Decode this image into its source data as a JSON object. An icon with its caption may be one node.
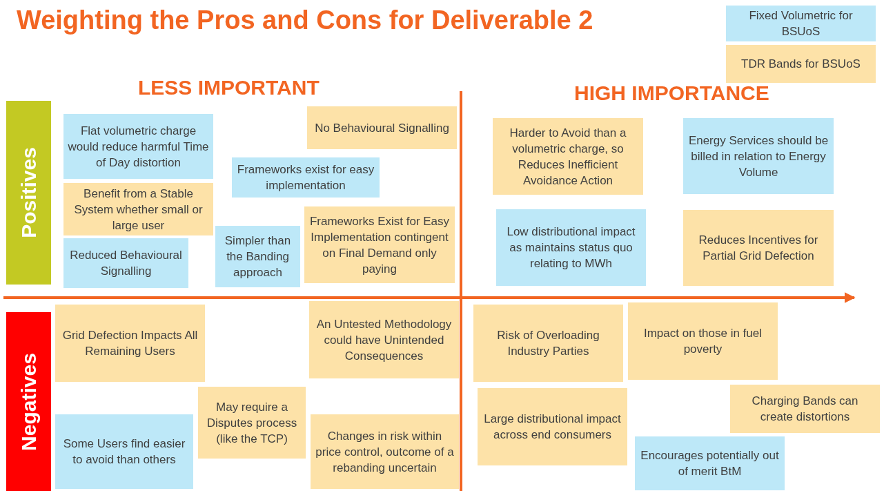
{
  "diagram": {
    "title": "Weighting the Pros and Cons for Deliverable 2",
    "nodes": [
      {
        "text": [
          "Positives"
        ]
      },
      {
        "text": [
          "Negatives"
        ]
      },
      {
        "text": [
          "Flat volumetric charge would reduce harmful Time of Day distortion"
        ]
      },
      {
        "text": [
          "No Behavioural Signalling"
        ]
      },
      {
        "text": [
          "Frameworks exist for easy implementation"
        ]
      },
      {
        "text": [
          "Benefit from a Stable System whether small or large user"
        ]
      },
      {
        "text": [
          "Reduced Behavioural Signalling"
        ]
      },
      {
        "text": [
          "Simpler than the Banding approach"
        ]
      },
      {
        "text": [
          "Frameworks Exist for Easy Implementation contingent on Final Demand only paying"
        ]
      },
      {
        "text": [
          "Harder to Avoid than a volumetric charge, so Reduces Inefficient Avoidance Action"
        ]
      },
      {
        "text": [
          "Energy Services should be billed in relation to Energy Volume"
        ]
      },
      {
        "text": [
          "Low distributional impact as maintains status quo relating to MWh"
        ]
      },
      {
        "text": [
          "Reduces Incentives for Partial Grid Defection"
        ]
      },
      {
        "text": [
          "Grid Defection Impacts All Remaining Users"
        ]
      },
      {
        "text": [
          "An Untested Methodology could have Unintended Consequences"
        ]
      },
      {
        "text": [
          "May require a Disputes process (like the TCP)"
        ]
      },
      {
        "text": [
          "Some Users find easier to avoid than others"
        ]
      },
      {
        "text": [
          "Changes in risk within price control, outcome of a rebanding uncertain"
        ]
      },
      {
        "text": [
          "Risk of Overloading Industry Parties"
        ]
      },
      {
        "text": [
          "Impact on those in fuel poverty"
        ]
      },
      {
        "text": [
          "Large distributional impact across end consumers"
        ]
      },
      {
        "text": [
          "Charging Bands can create distortions"
        ]
      },
      {
        "text": [
          "Encourages potentially out of merit BtM"
        ]
      }
    ],
    "labels": [
      "LESS IMPORTANT",
      "HIGH IMPORTANCE"
    ],
    "legend": [
      {
        "text": "Fixed Volumetric for BSUoS",
        "color": "#bde8f8"
      },
      {
        "text": "TDR Bands for BSUoS",
        "color": "#fde2a8"
      }
    ]
  }
}
